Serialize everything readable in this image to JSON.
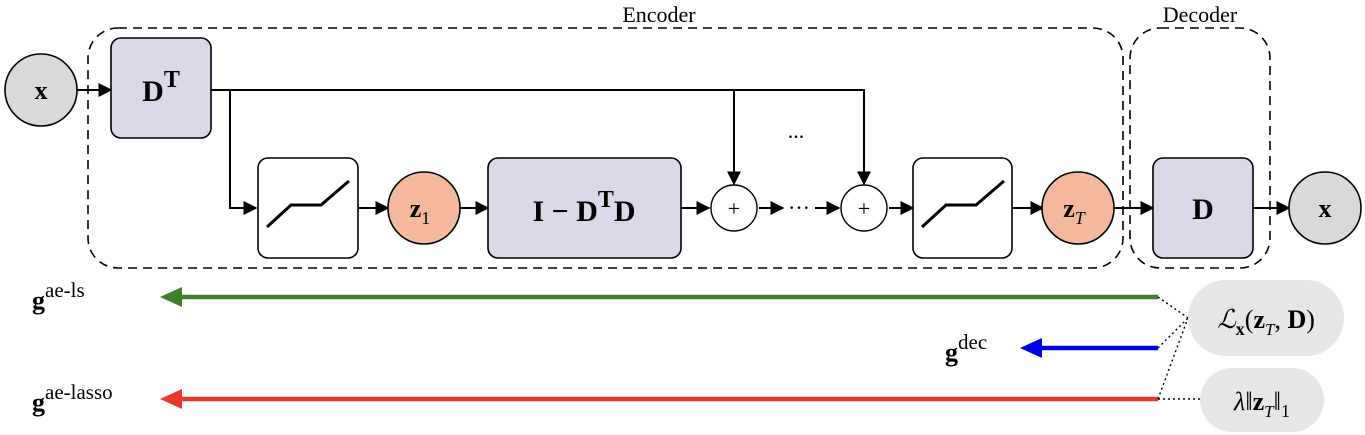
{
  "labels": {
    "encoder": "Encoder",
    "decoder": "Decoder",
    "ellipsis_top": "...",
    "ellipsis_mid": "···"
  },
  "nodes": {
    "x_in": "x",
    "x_out": "x",
    "dt": {
      "base": "D",
      "sup": "T"
    },
    "z1": {
      "base": "z",
      "sub": "1"
    },
    "zT": {
      "base": "z",
      "sub": "T"
    },
    "i_minus": {
      "a": "I − D",
      "sup": "T",
      "b": "D"
    },
    "plus1": "+",
    "plus2": "+",
    "d": "D"
  },
  "gradients": {
    "ae_ls": {
      "base": "g",
      "sup": "ae-ls",
      "color": "#3f7f2c"
    },
    "dec": {
      "base": "g",
      "sup": "dec",
      "color": "#0000e6"
    },
    "ae_lasso": {
      "base": "g",
      "sup": "ae-lasso",
      "color": "#e8392a"
    }
  },
  "losses": {
    "loss_fn": {
      "script": "ℒ",
      "sub": "x",
      "args_open": "(",
      "z": "z",
      "z_sub": "T",
      "comma": ", ",
      "d": "D",
      "args_close": ")"
    },
    "l1": {
      "lambda": "λ",
      "open": "‖",
      "z": "z",
      "z_sub": "T",
      "close": "‖",
      "sub": "1"
    }
  },
  "colors": {
    "purple_fill": "#d9d9ea",
    "orange_fill": "#f4b99c",
    "gray_fill": "#d9d9d9",
    "loss_fill": "#e6e6e6"
  }
}
